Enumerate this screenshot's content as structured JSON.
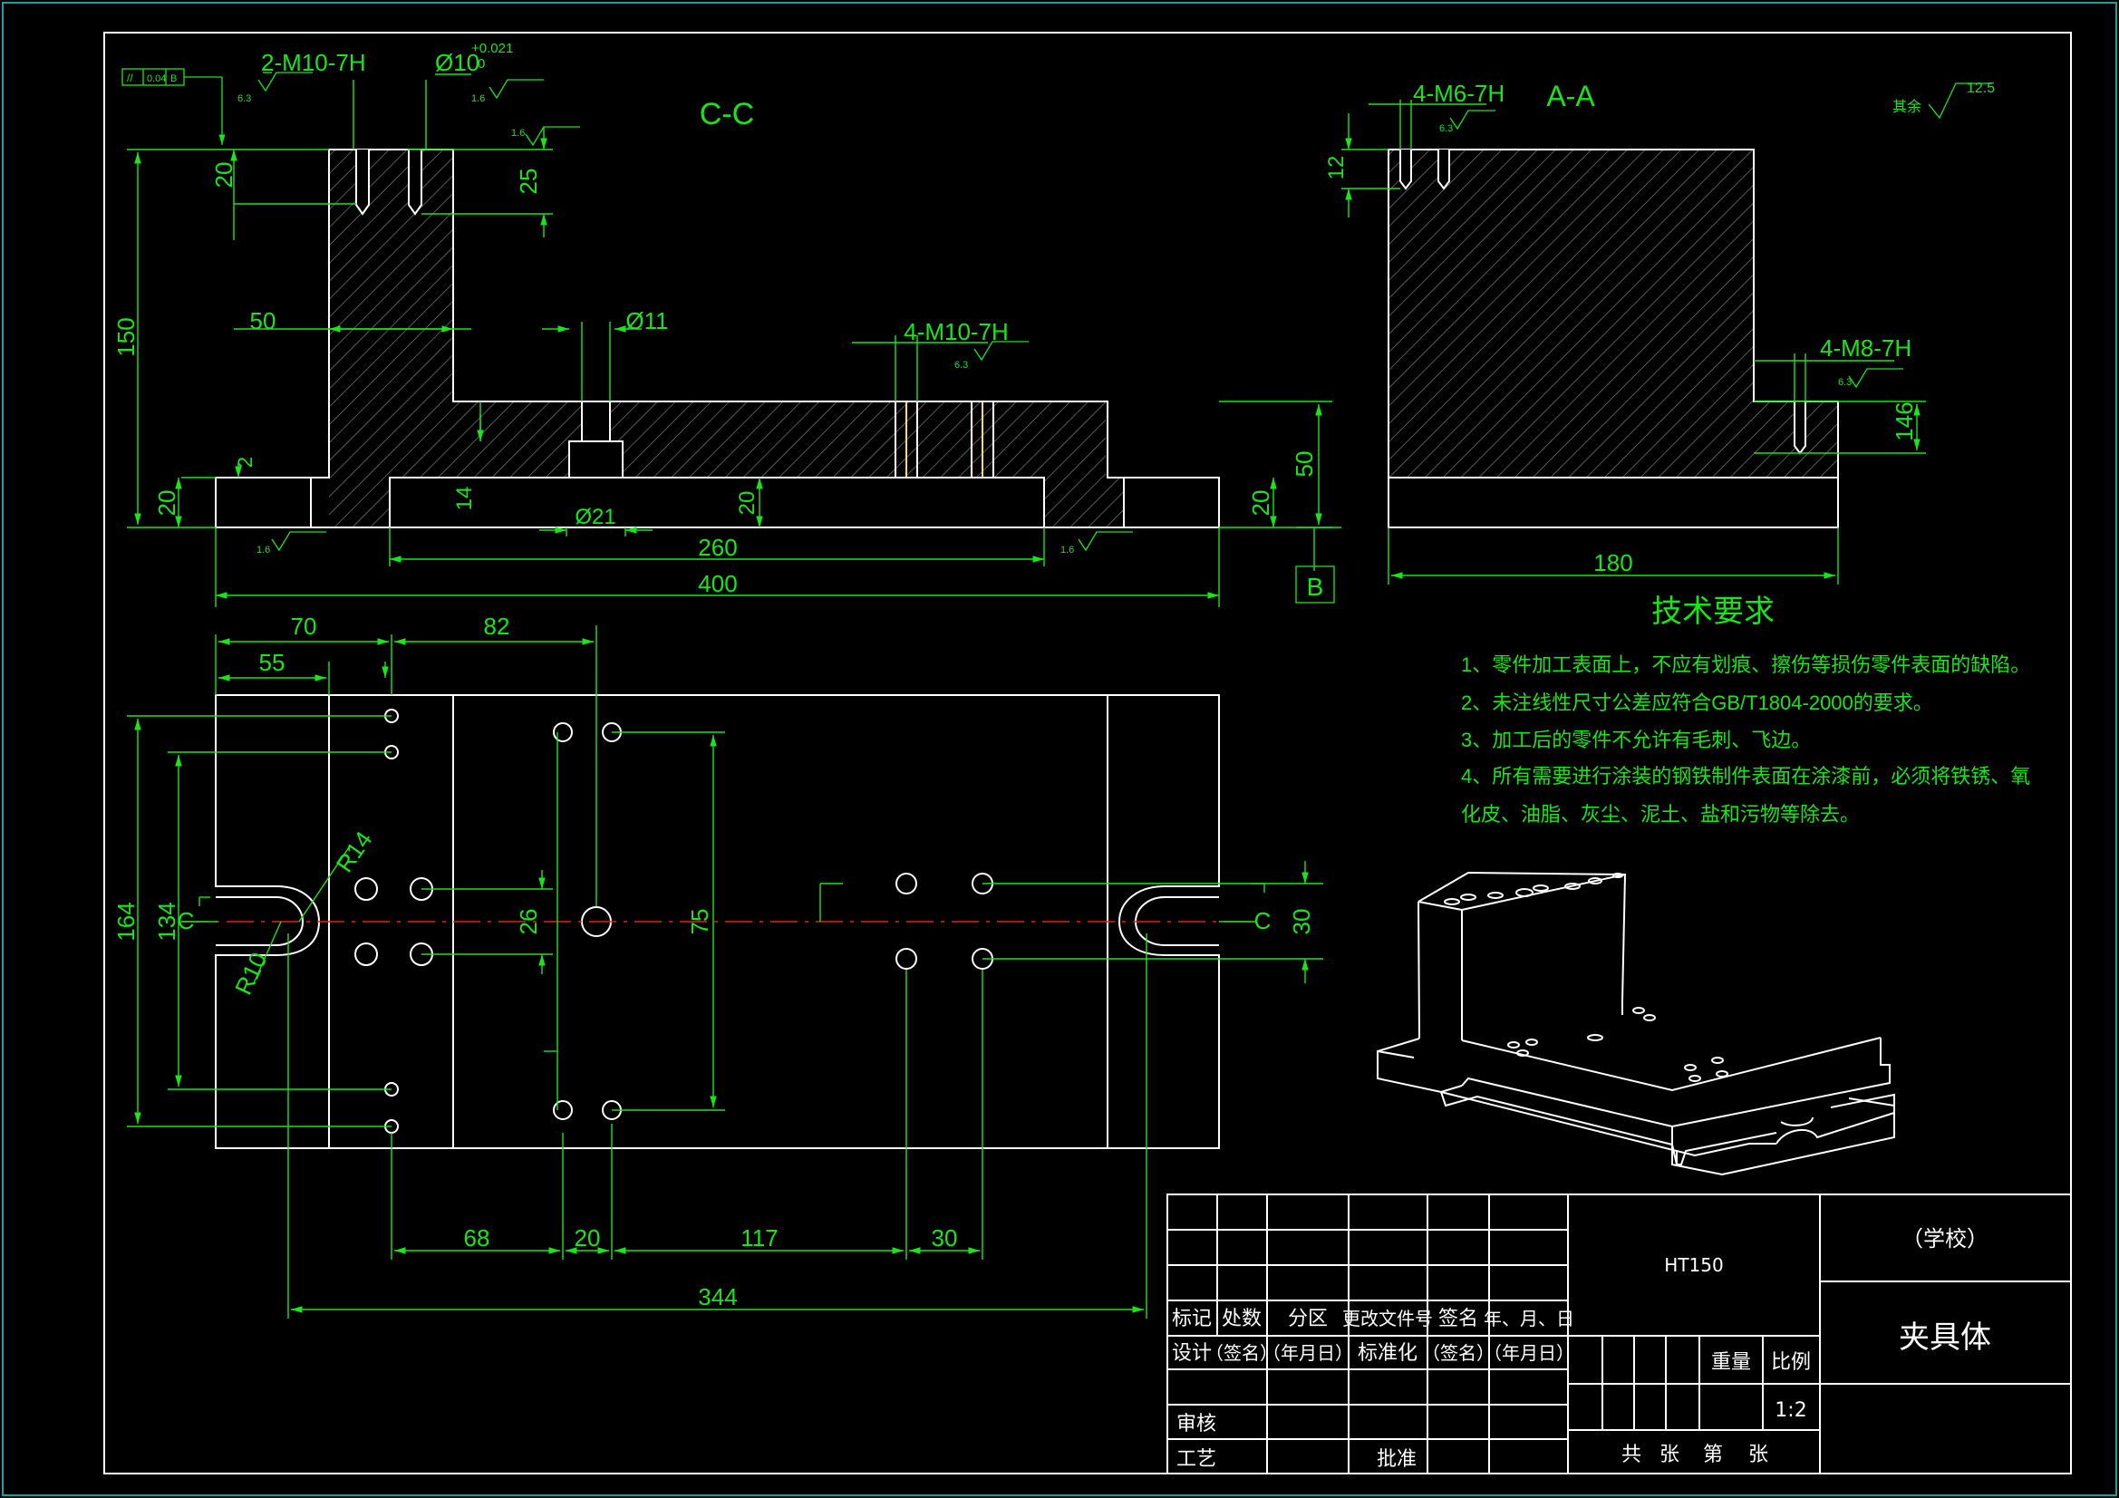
{
  "colors": {
    "background": "#000000",
    "outline": "#ffffff",
    "dimension": "#19e619",
    "centerline": "#e02020",
    "frame": "#19a0a0"
  },
  "views": {
    "section_cc": "C-C",
    "section_aa": "A-A",
    "datum": "B",
    "section_mark": "C",
    "surface_rest_label": "其余",
    "surface_rest_value": "12.5",
    "roughness_63": "6.3",
    "roughness_16": "1.6",
    "tolerance_frame": [
      "//",
      "0.04",
      "B"
    ]
  },
  "dims_cc": {
    "holes_top": "2-M10-7H",
    "bore": "Ø10",
    "bore_tol_upper": "+0.021",
    "bore_tol_lower": "0",
    "d20_top": "20",
    "d25": "25",
    "d150": "150",
    "d50": "50",
    "d_dia11": "Ø11",
    "holes_mid": "4-M10-7H",
    "d2": "2",
    "d20_left": "20",
    "d14": "14",
    "d_dia21": "Ø21",
    "d20_mid": "20",
    "d260": "260",
    "d400": "400",
    "d50_right": "50",
    "d20_right": "20"
  },
  "dims_aa": {
    "holes_top": "4-M6-7H",
    "d12": "12",
    "holes_side": "4-M8-7H",
    "d146": "146",
    "d180": "180"
  },
  "dims_plan": {
    "d70": "70",
    "d82": "82",
    "d55": "55",
    "r14": "R14",
    "r10": "R10",
    "d164": "164",
    "d134": "134",
    "d26": "26",
    "d75": "75",
    "d30_right": "30",
    "d68": "68",
    "d20": "20",
    "d117": "117",
    "d30": "30",
    "d344": "344"
  },
  "tech": {
    "title": "技术要求",
    "lines": [
      "1、零件加工表面上，不应有划痕、擦伤等损伤零件表面的缺陷。",
      "2、未注线性尺寸公差应符合GB/T1804-2000的要求。",
      "3、加工后的零件不允许有毛刺、飞边。",
      "4、所有需要进行涂装的钢铁制件表面在涂漆前，必须将铁锈、氧",
      "化皮、油脂、灰尘、泥土、盐和污物等除去。"
    ]
  },
  "title_block": {
    "material": "HT150",
    "school": "（学校）",
    "part_name": "夹具体",
    "header": [
      "标记",
      "处数",
      "分区",
      "更改文件号",
      "签名",
      "年、月、日"
    ],
    "design_row": [
      "设计",
      "（签名）",
      "（年月日）",
      "标准化",
      "（签名）",
      "（年月日）"
    ],
    "review": "审核",
    "process": "工艺",
    "approve": "批准",
    "weight": "重量",
    "ratio": "比例",
    "scale": "1:2",
    "sheets": [
      "共",
      "张",
      "第",
      "张"
    ]
  }
}
